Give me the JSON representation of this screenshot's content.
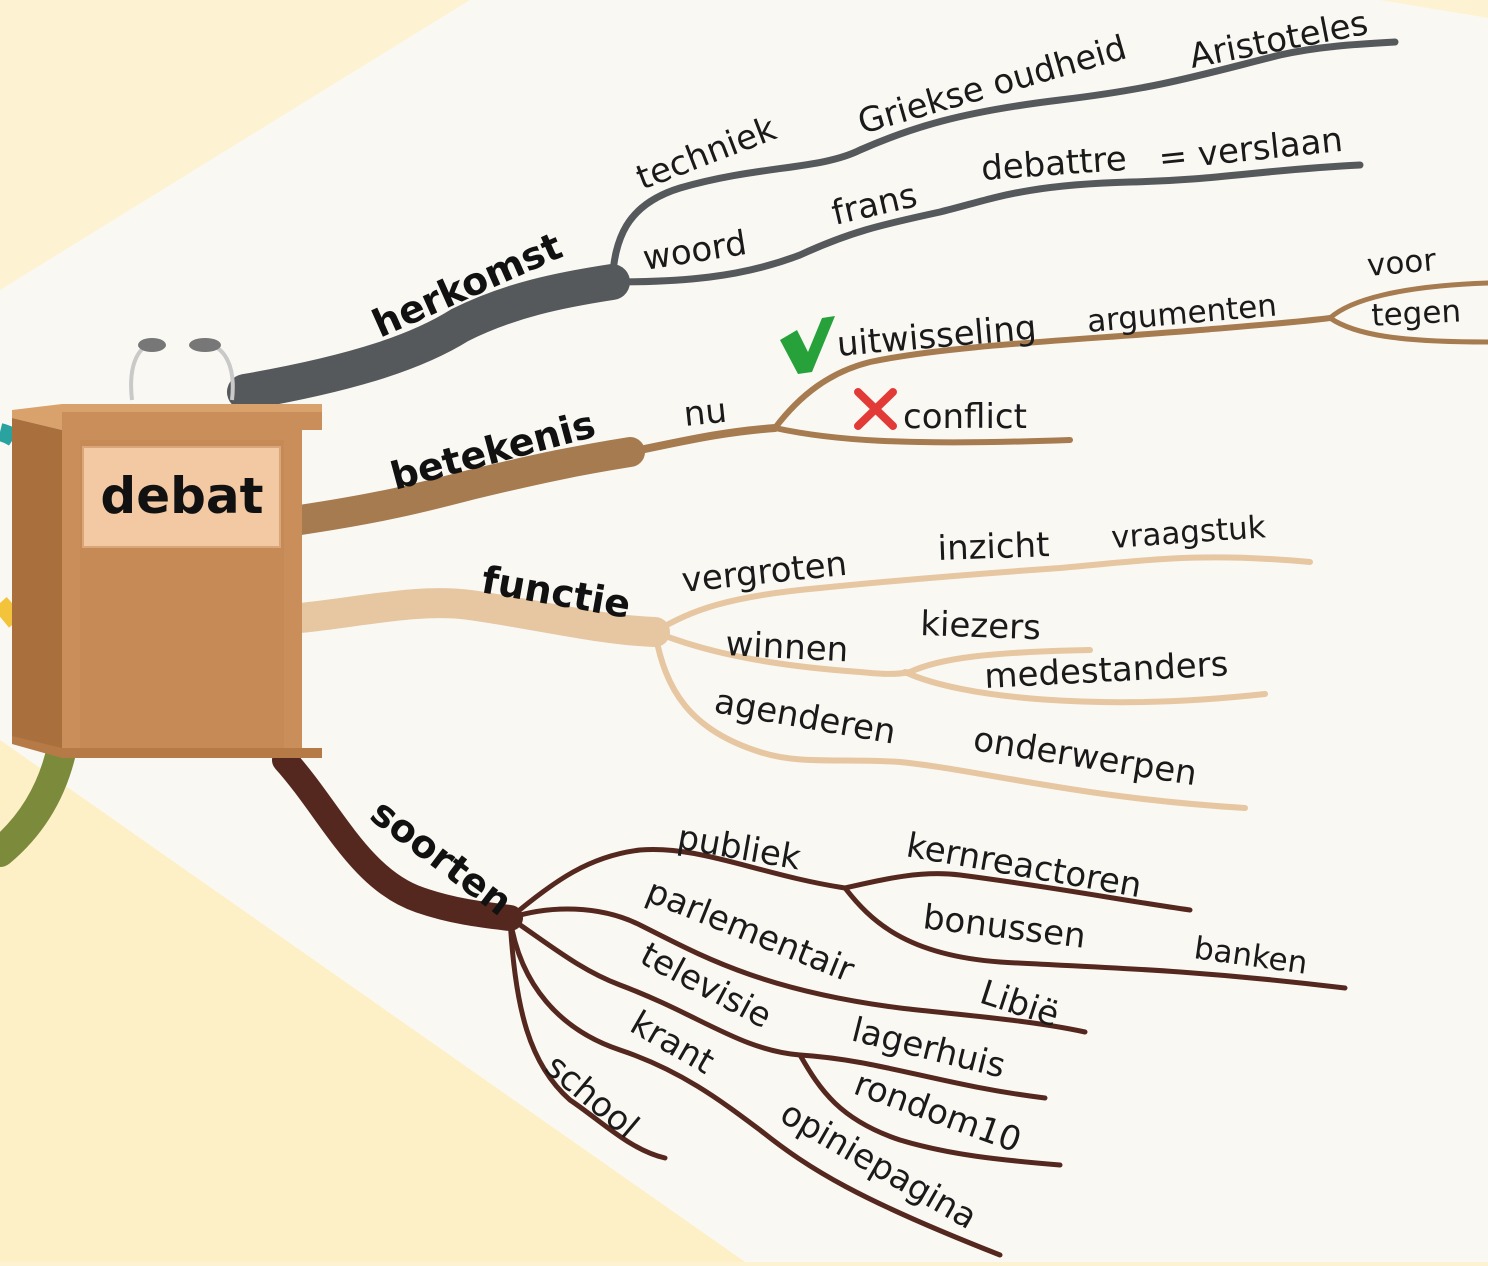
{
  "center": {
    "title": "debat"
  },
  "colors": {
    "background": "#fdf3d2",
    "panel": "#faf8f3",
    "herkomst": "#55595c",
    "betekenis": "#a67b4f",
    "functie": "#e6c7a1",
    "soorten": "#55281f",
    "podium": "#c98e59",
    "check": "#27a23b",
    "cross": "#e23a36"
  },
  "branches": {
    "herkomst": {
      "label": "herkomst",
      "items": [
        "techniek",
        "Griekse oudheid",
        "Aristoteles",
        "woord",
        "frans",
        "debattre",
        "= verslaan"
      ]
    },
    "betekenis": {
      "label": "betekenis",
      "items": [
        "nu",
        "uitwisseling",
        "argumenten",
        "voor",
        "tegen",
        "conflict"
      ],
      "icons": [
        "check-icon",
        "cross-icon"
      ]
    },
    "functie": {
      "label": "functie",
      "items": [
        "vergroten",
        "inzicht",
        "vraagstuk",
        "winnen",
        "kiezers",
        "medestanders",
        "agenderen",
        "onderwerpen"
      ]
    },
    "soorten": {
      "label": "soorten",
      "items": [
        "publiek",
        "kernreactoren",
        "bonussen",
        "banken",
        "parlementair",
        "Libië",
        "televisie",
        "lagerhuis",
        "rondom10",
        "krant",
        "opiniepagina",
        "school"
      ]
    }
  }
}
